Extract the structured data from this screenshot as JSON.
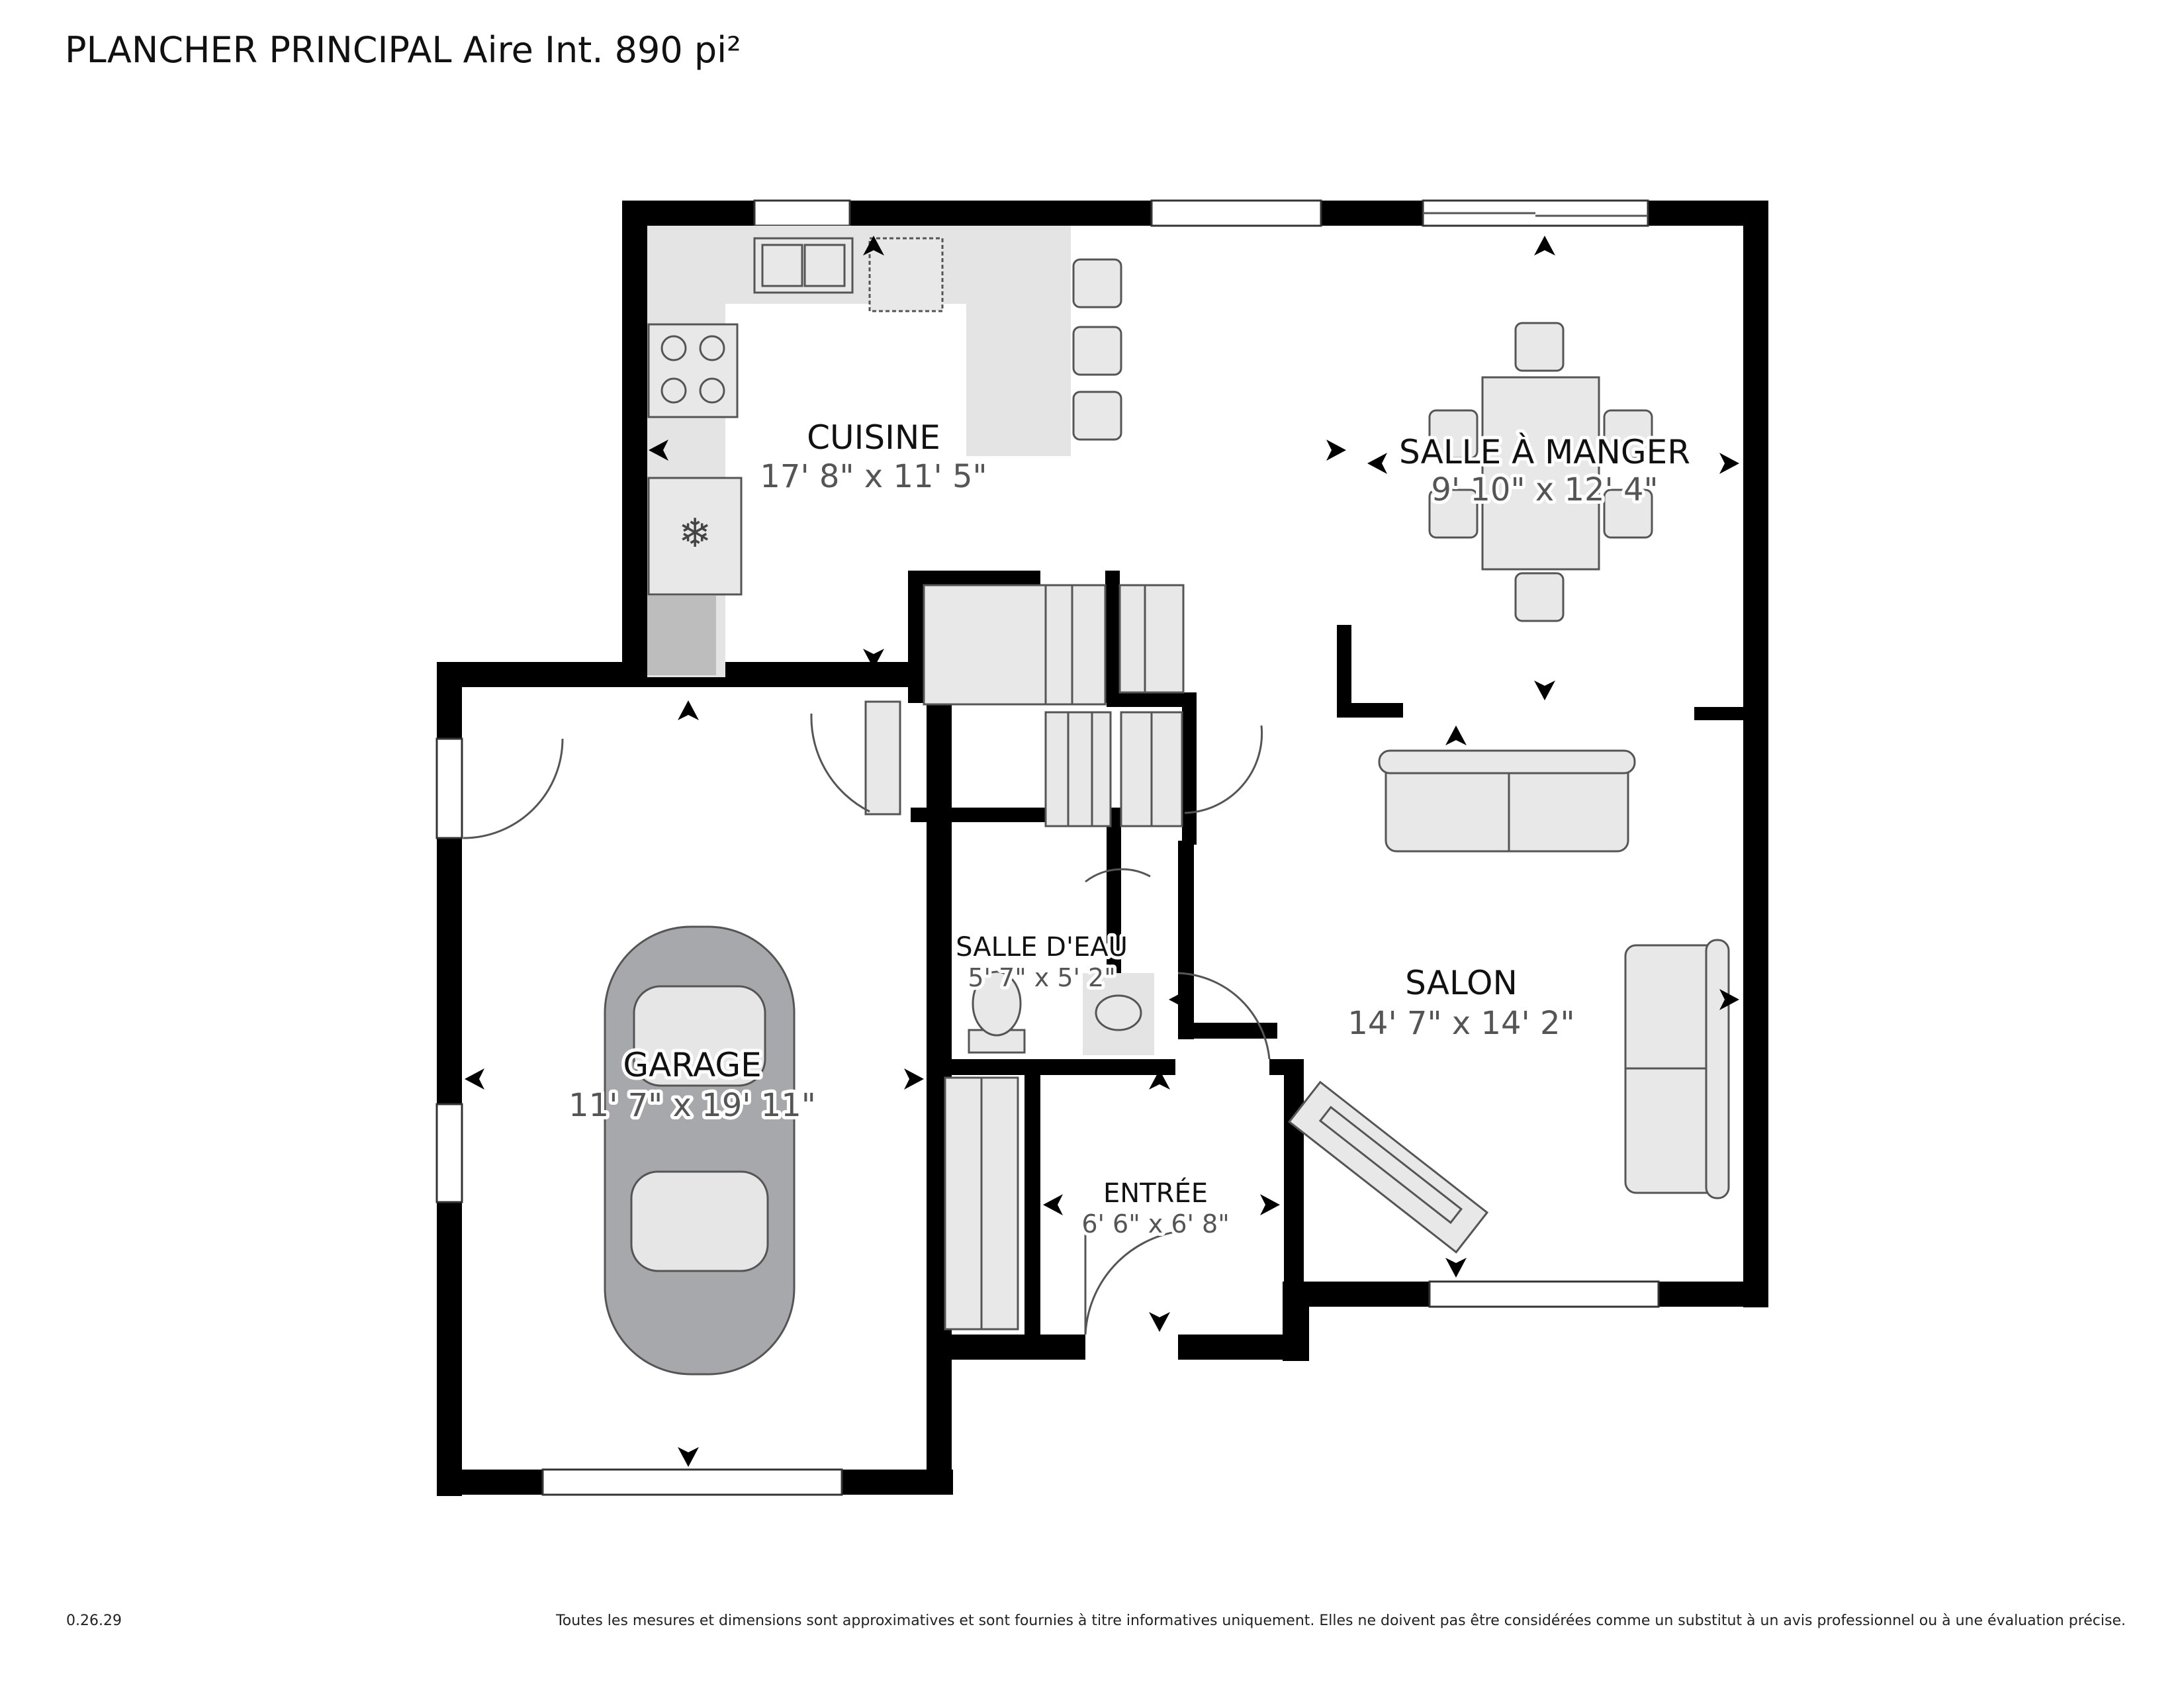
{
  "header": {
    "title": "PLANCHER PRINCIPAL Aire Int. 890 pi²"
  },
  "rooms": [
    {
      "id": "cuisine",
      "name": "CUISINE",
      "dimensions": "17' 8\" x 11' 5\""
    },
    {
      "id": "salle-a-manger",
      "name": "SALLE À MANGER",
      "dimensions": "9' 10\" x 12' 4\""
    },
    {
      "id": "salle-d-eau",
      "name": "SALLE D'EAU",
      "dimensions": "5' 7\" x 5' 2\""
    },
    {
      "id": "salon",
      "name": "SALON",
      "dimensions": "14' 7\" x 14' 2\""
    },
    {
      "id": "garage",
      "name": "GARAGE",
      "dimensions": "11' 7\" x 19' 11\""
    },
    {
      "id": "entree",
      "name": "ENTRÉE",
      "dimensions": "6' 6\" x 6' 8\""
    }
  ],
  "footer": {
    "version": "0.26.29",
    "disclaimer": "Toutes les mesures et dimensions sont approximatives et sont fournies à titre informatives uniquement. Elles ne doivent pas être considérées comme un substitut à un avis professionnel ou à une évaluation précise."
  },
  "colors": {
    "wall": "#000000",
    "fixture": "#e8e8e8",
    "car": "#a7a8ab",
    "dimension_text": "#555555"
  }
}
